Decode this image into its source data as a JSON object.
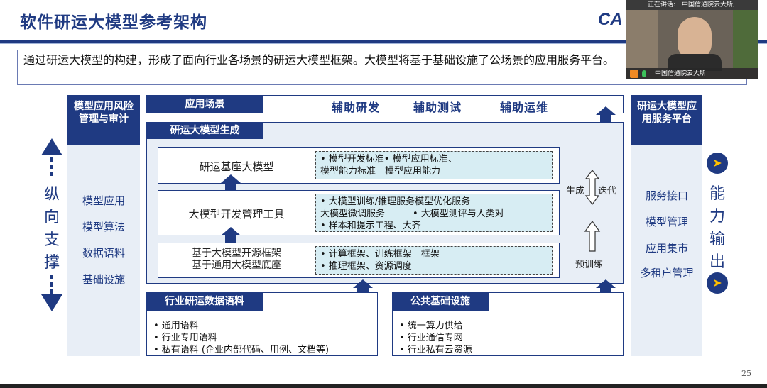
{
  "slide": {
    "title": "软件研运大模型参考架构",
    "intro": "通过研运大模型的构建，形成了面向行业各场景的研运大模型框架。大模型将基于基础设施了公场景的应用服务平台。",
    "page_number": "25",
    "logo_text": "CA"
  },
  "left_panel": {
    "header": "模型应用风险管理与审计",
    "items": [
      "模型应用",
      "模型算法",
      "数据语料",
      "基础设施"
    ],
    "vertical_label": [
      "纵",
      "向",
      "支",
      "撑"
    ]
  },
  "right_panel": {
    "header": "研运大模型应用服务平台",
    "items": [
      "服务接口",
      "模型管理",
      "应用集市",
      "多租户管理"
    ],
    "vertical_label": [
      "能",
      "力",
      "输",
      "出"
    ]
  },
  "scenario_bar": {
    "label": "应用场景",
    "tabs": [
      "辅助研发",
      "辅助测试",
      "辅助运维"
    ]
  },
  "generation": {
    "label": "研运大模型生成",
    "rows": [
      {
        "title": "研运基座大模型",
        "lines": [
          "• 模型开发标准• 模型应用标准、",
          "模型能力标准　模型应用能力"
        ]
      },
      {
        "title": "大模型开发管理工具",
        "lines": [
          "• 大模型训练/推理服务模型优化服务",
          "大模型微调服务　　　• 大模型测评与人类对",
          "• 样本和提示工程、大齐"
        ]
      },
      {
        "title": "基于大模型开源框架\n基于通用大模型底座",
        "lines": [
          "• 计算框架、训练框架　框架",
          "• 推理框架、资源调度"
        ]
      }
    ],
    "side_labels": {
      "generate": "生成",
      "iterate": "迭代",
      "pretrain": "预训练"
    }
  },
  "data_corpus": {
    "label": "行业研运数据语料",
    "items": [
      "• 通用语料",
      "• 行业专用语料",
      "• 私有语料 (企业内部代码、用例、文档等)"
    ]
  },
  "infrastructure": {
    "label": "公共基础设施",
    "items": [
      "• 统一算力供给",
      "• 行业通信专网",
      "• 行业私有云资源"
    ]
  },
  "video_overlay": {
    "speaking": "正在讲话:　中国信通院云大所;",
    "name": "中国信通院云大所"
  },
  "colors": {
    "brand": "#1f3a82",
    "panel": "#e8eef6",
    "dashbox": "#d7edf3",
    "accent": "#ffc000"
  }
}
